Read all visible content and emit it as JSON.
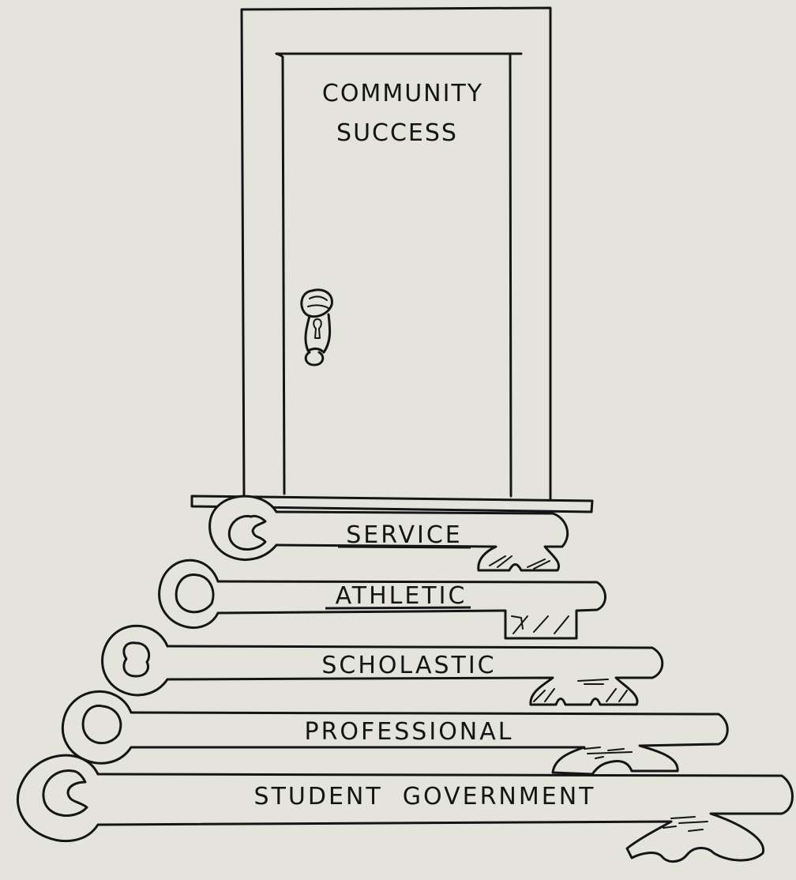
{
  "door": {
    "sign_line1": "COMMUNITY",
    "sign_line2": "SUCCESS"
  },
  "keys": [
    {
      "label": "SERVICE"
    },
    {
      "label": "ATHLETIC"
    },
    {
      "label": "SCHOLASTIC"
    },
    {
      "label": "PROFESSIONAL"
    },
    {
      "label": "STUDENT  GOVERNMENT"
    }
  ],
  "colors": {
    "paper": "#e4e4dd",
    "ink": "#151515"
  }
}
